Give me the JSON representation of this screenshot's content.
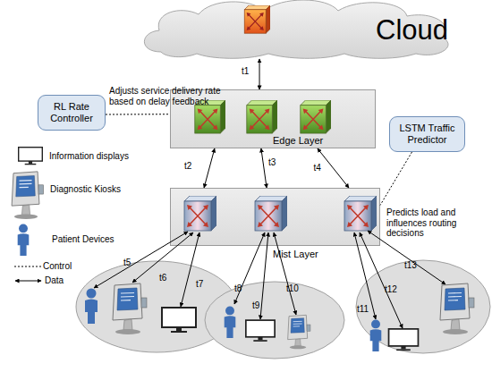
{
  "diagram": {
    "nodes": [
      {
        "text": [
          "Cloud"
        ]
      },
      {
        "text": [
          "RL Rate Controller"
        ]
      },
      {
        "text": [
          "Edge Layer"
        ]
      },
      {
        "text": [
          "LSTM Traffic Predictor"
        ]
      },
      {
        "text": [
          "Mist Layer"
        ]
      }
    ],
    "edges": [
      {
        "from": 0,
        "to": 2,
        "label": "t1",
        "arrow": "both"
      },
      {
        "from": 2,
        "to": 4,
        "label": "t2",
        "arrow": "both"
      },
      {
        "from": 2,
        "to": 4,
        "label": "t3",
        "arrow": "both"
      },
      {
        "from": 2,
        "to": 4,
        "label": "t4",
        "arrow": "both"
      },
      {
        "from": 1,
        "to": 2,
        "arrow": "none"
      },
      {
        "from": 3,
        "to": 4,
        "arrow": "none"
      }
    ],
    "labels": [
      "Adjusts service delivery rate based on delay feedback",
      "Predicts load and influences routing decisions",
      "t5",
      "t6",
      "t7",
      "t8",
      "t9",
      "t10",
      "t11",
      "t12",
      "t13"
    ],
    "legend": [
      {
        "text": "Information displays"
      },
      {
        "text": "Diagnostic Kiosks"
      },
      {
        "text": "Patient Devices"
      },
      {
        "text": "Control"
      },
      {
        "text": "Data"
      }
    ]
  }
}
